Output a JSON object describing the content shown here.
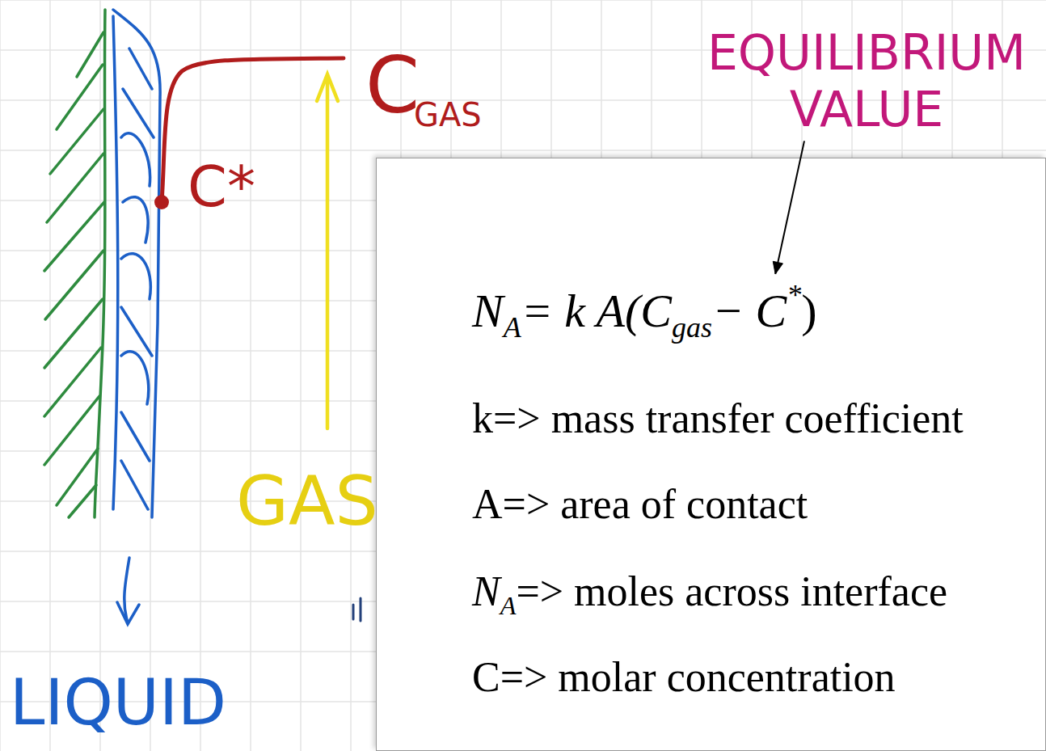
{
  "diagram": {
    "nodes": [
      {
        "text": [
          "N",
          "A",
          "= k A(C",
          "gas",
          "− C",
          "*",
          ")",
          "k=> mass transfer coefficient",
          "A=> area of contact",
          "N",
          "A",
          "=> moles across interface",
          "C=> molar concentration"
        ]
      }
    ],
    "labels": [
      "C",
      "GAS",
      "C*",
      "EQUILIBRIUM VALUE",
      "GAS",
      "LIQUID"
    ]
  }
}
